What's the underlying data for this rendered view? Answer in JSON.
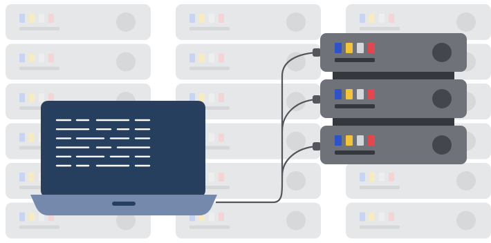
{
  "scene": {
    "background_units": {
      "columns": 3,
      "rows": 6,
      "faded_color": "#e6e7e9",
      "faded_dial_color": "#d7d8da",
      "faded_bar_color": "#d6d7d9"
    },
    "laptop": {
      "icon": "laptop-icon",
      "screen_color": "#263f5f",
      "bezel_color": "#2a3f5b",
      "base_color": "#7489ac",
      "code_lines": 6
    },
    "servers": {
      "icon": "server-rack-icon",
      "count": 3,
      "body_color": "#6f7279",
      "dial_color": "#43464c",
      "vent_color": "#34373c",
      "led_colors": [
        "#2f52c9",
        "#f2c33c",
        "#d4d6d9",
        "#e0474f"
      ]
    },
    "cable_color": "#52565c",
    "connector_color": "#53575d"
  }
}
